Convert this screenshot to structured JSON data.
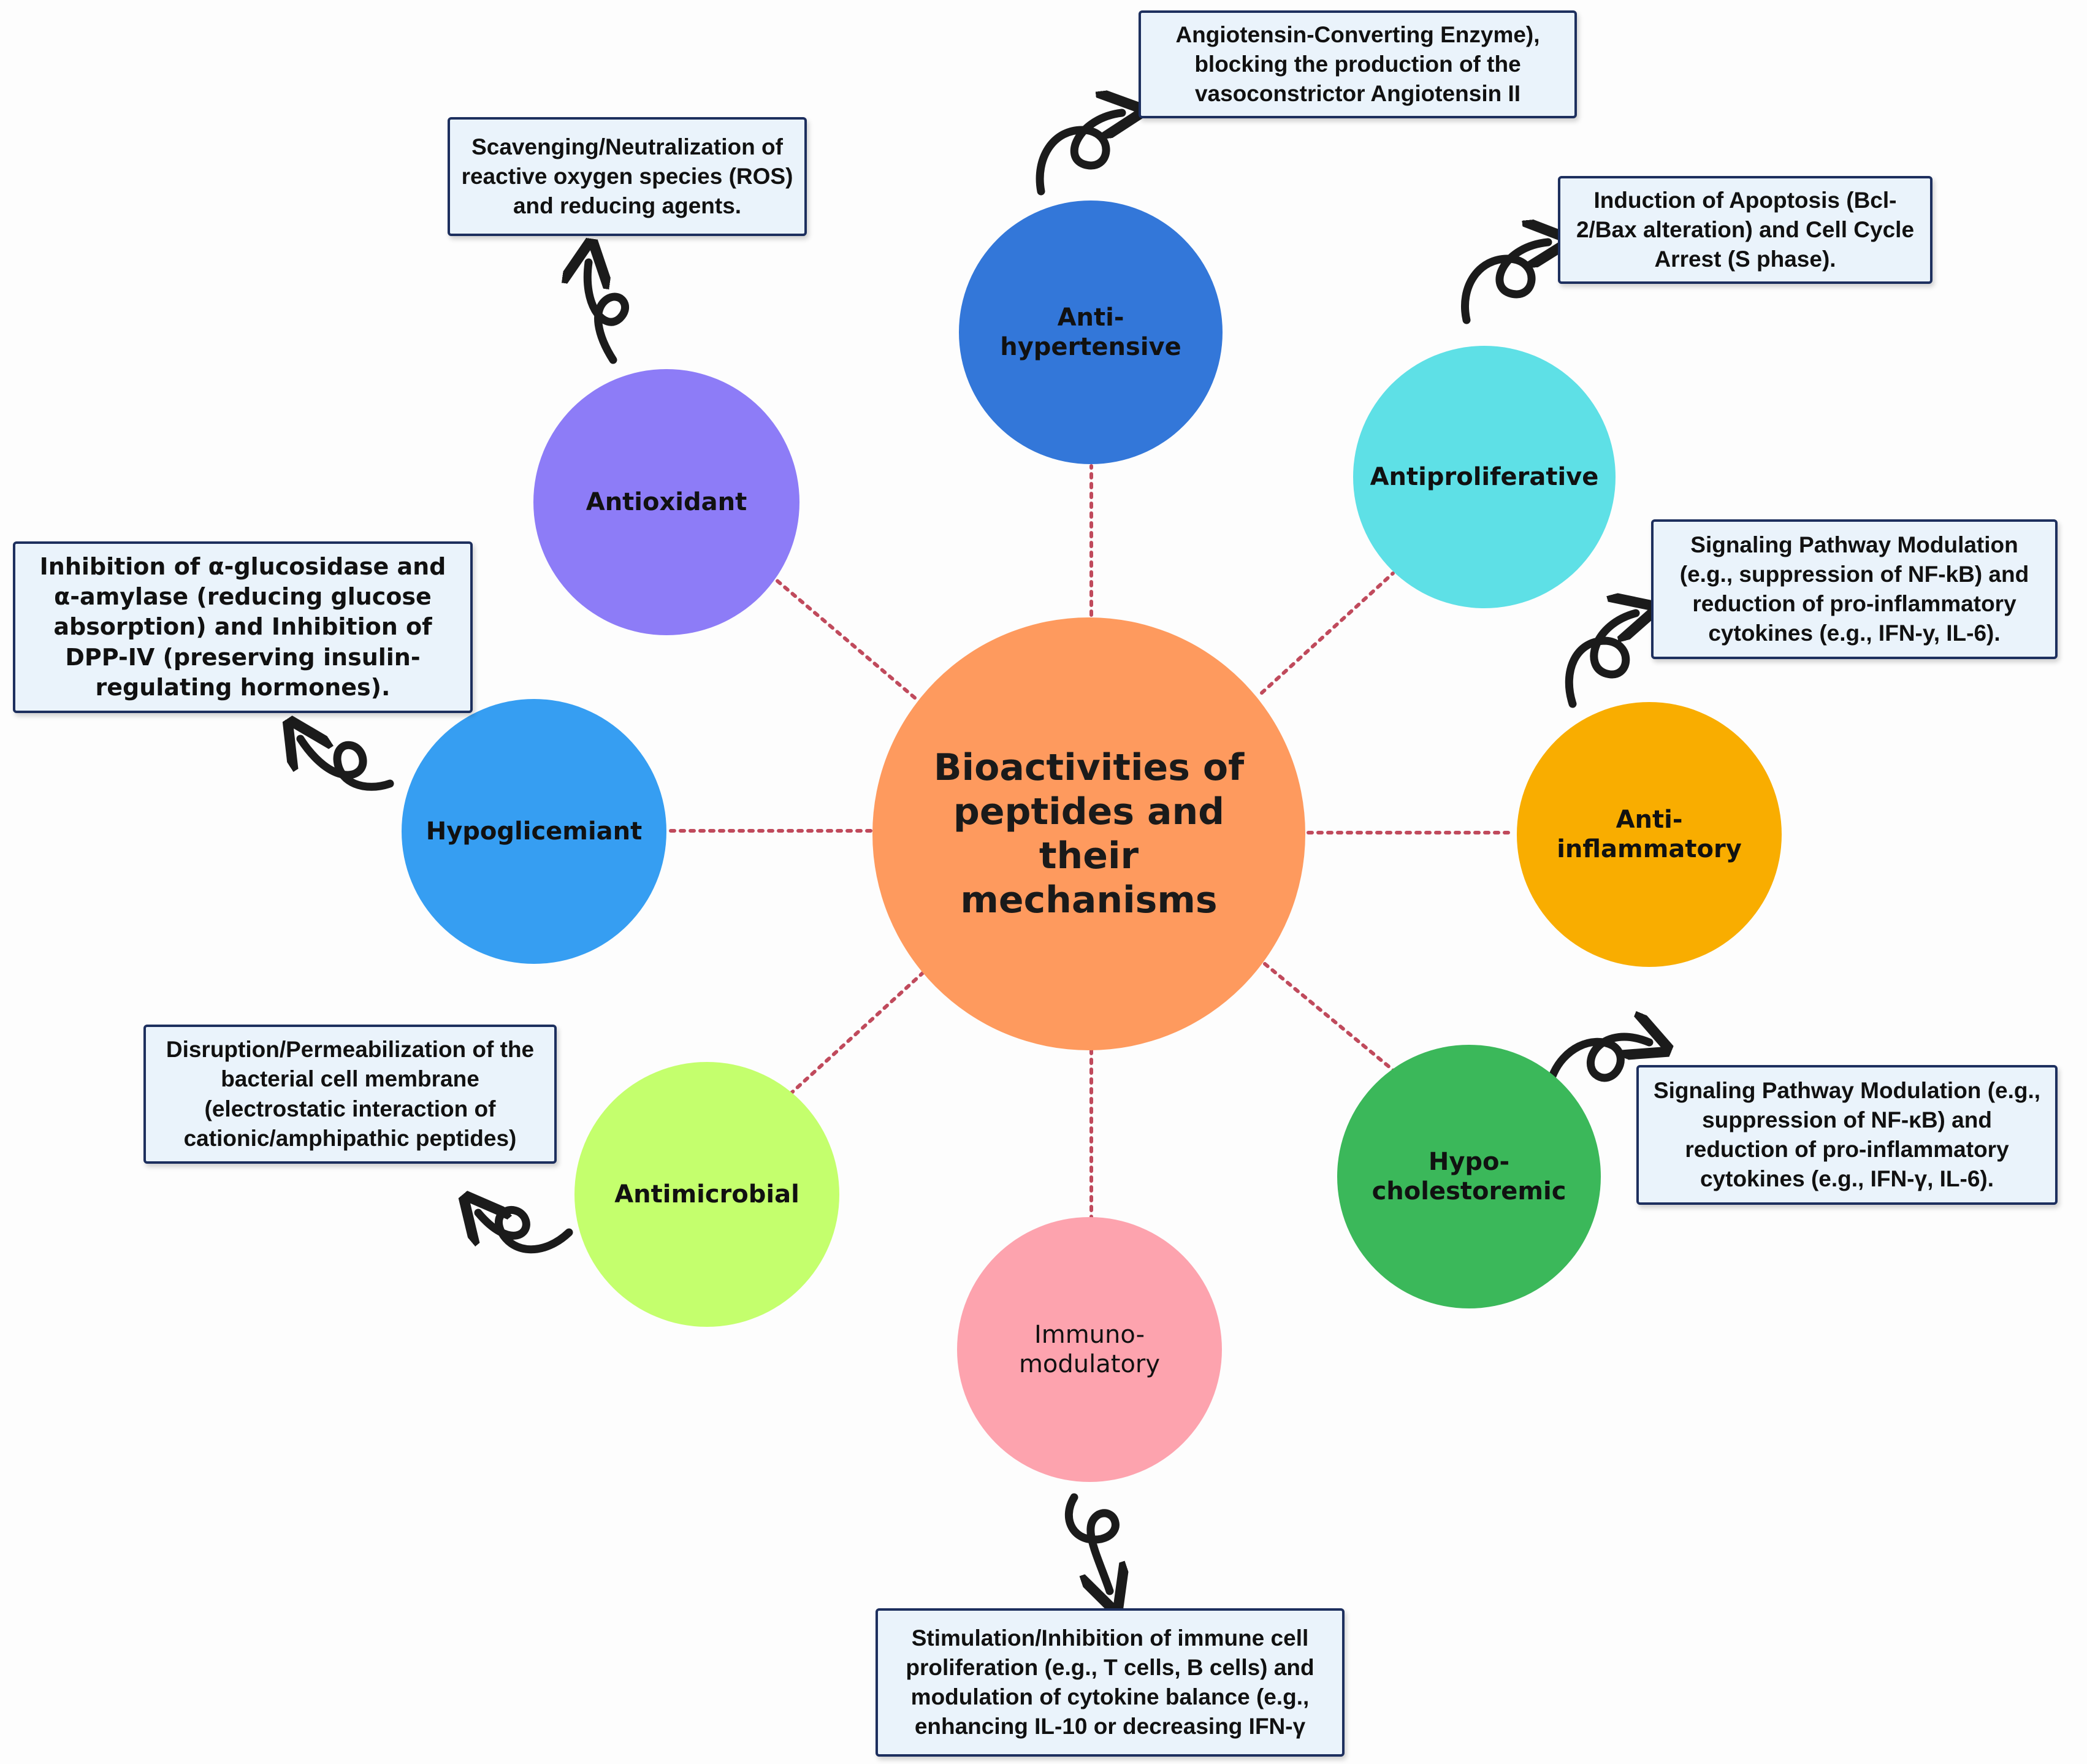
{
  "center": {
    "title": "Bioactivities of peptides and their mechanisms",
    "color": "#fe9a5e"
  },
  "link_color": "#c04a5c",
  "nodes": [
    {
      "id": "antihypertensive",
      "label": "Anti-\nhypertensive",
      "color": "#3377d9",
      "mechanism": "Angiotensin-Converting Enzyme), blocking the production of the vasoconstrictor Angiotensin II"
    },
    {
      "id": "antiproliferative",
      "label": "Antiproliferative",
      "color": "#5ee0e6",
      "mechanism": "Induction of Apoptosis (Bcl-2/Bax alteration) and Cell Cycle Arrest (S phase)."
    },
    {
      "id": "anti-inflammatory",
      "label": "Anti-\ninflammatory",
      "color": "#f9ad00",
      "mechanism": "Signaling Pathway Modulation (e.g., suppression of NF-kB) and reduction of pro-inflammatory cytokines (e.g., IFN-y, IL-6)."
    },
    {
      "id": "hypocholestoremic",
      "label": "Hypo-\ncholestoremic",
      "color": "#3bb85a",
      "mechanism": "Signaling Pathway Modulation (e.g., suppression of NF-κB) and reduction of pro-inflammatory cytokines (e.g., IFN-γ, IL-6)."
    },
    {
      "id": "immunomodulatory",
      "label": "Immuno-\nmodulatory",
      "color": "#fda3ae",
      "mechanism": "Stimulation/Inhibition of immune cell proliferation (e.g., T cells, B cells) and modulation of cytokine balance (e.g., enhancing IL-10 or decreasing IFN-γ"
    },
    {
      "id": "antimicrobial",
      "label": "Antimicrobial",
      "color": "#c4ff6d",
      "mechanism": "Disruption/Permeabilization of the bacterial cell membrane (electrostatic interaction of cationic/amphipathic peptides)"
    },
    {
      "id": "hypoglicemiant",
      "label": "Hypoglicemiant",
      "color": "#369ef2",
      "mechanism": "Inhibition of α-glucosidase and α-amylase (reducing glucose absorption) and Inhibition of DPP-IV (preserving insulin-regulating hormones)."
    },
    {
      "id": "antioxidant",
      "label": "Antioxidant",
      "color": "#8d7cf7",
      "mechanism": "Scavenging/Neutralization of reactive oxygen species (ROS) and reducing agents."
    }
  ],
  "icons": {
    "arrow": "curly-arrow-icon"
  }
}
